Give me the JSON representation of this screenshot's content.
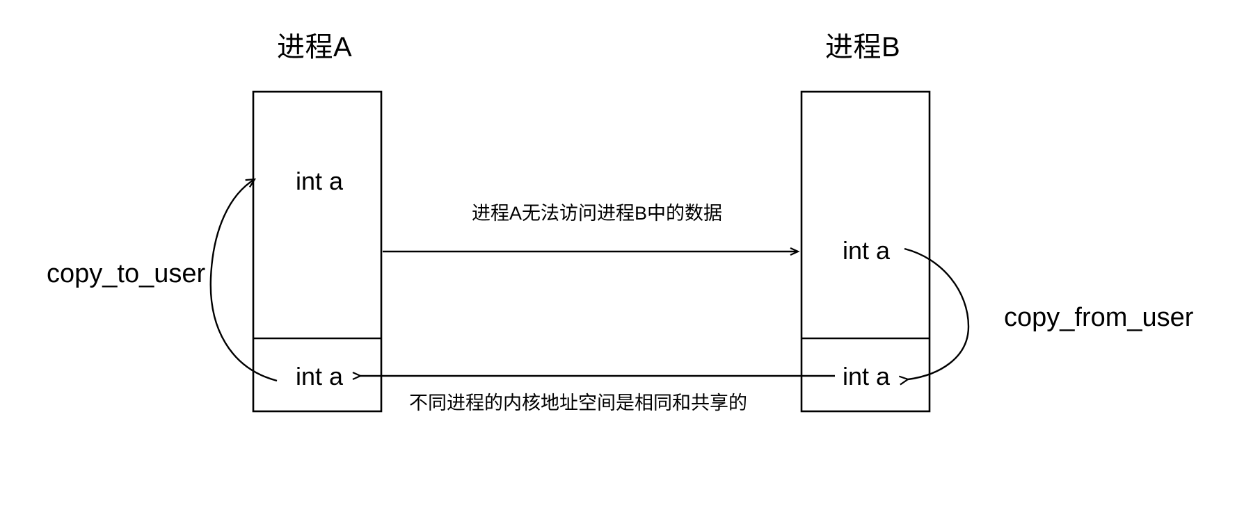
{
  "diagram": {
    "type": "block-diagram",
    "background_color": "#ffffff",
    "stroke_color": "#000000",
    "text_color": "#000000",
    "processes": [
      {
        "id": "process-a",
        "title": "进程A",
        "user_space_var": "int a",
        "kernel_space_var": "int a"
      },
      {
        "id": "process-b",
        "title": "进程B",
        "user_space_var": "int a",
        "kernel_space_var": "int a"
      }
    ],
    "api_labels": {
      "left": "copy_to_user",
      "right": "copy_from_user"
    },
    "annotations": {
      "top": "进程A无法访问进程B中的数据",
      "bottom": "不同进程的内核地址空间是相同和共享的"
    }
  }
}
